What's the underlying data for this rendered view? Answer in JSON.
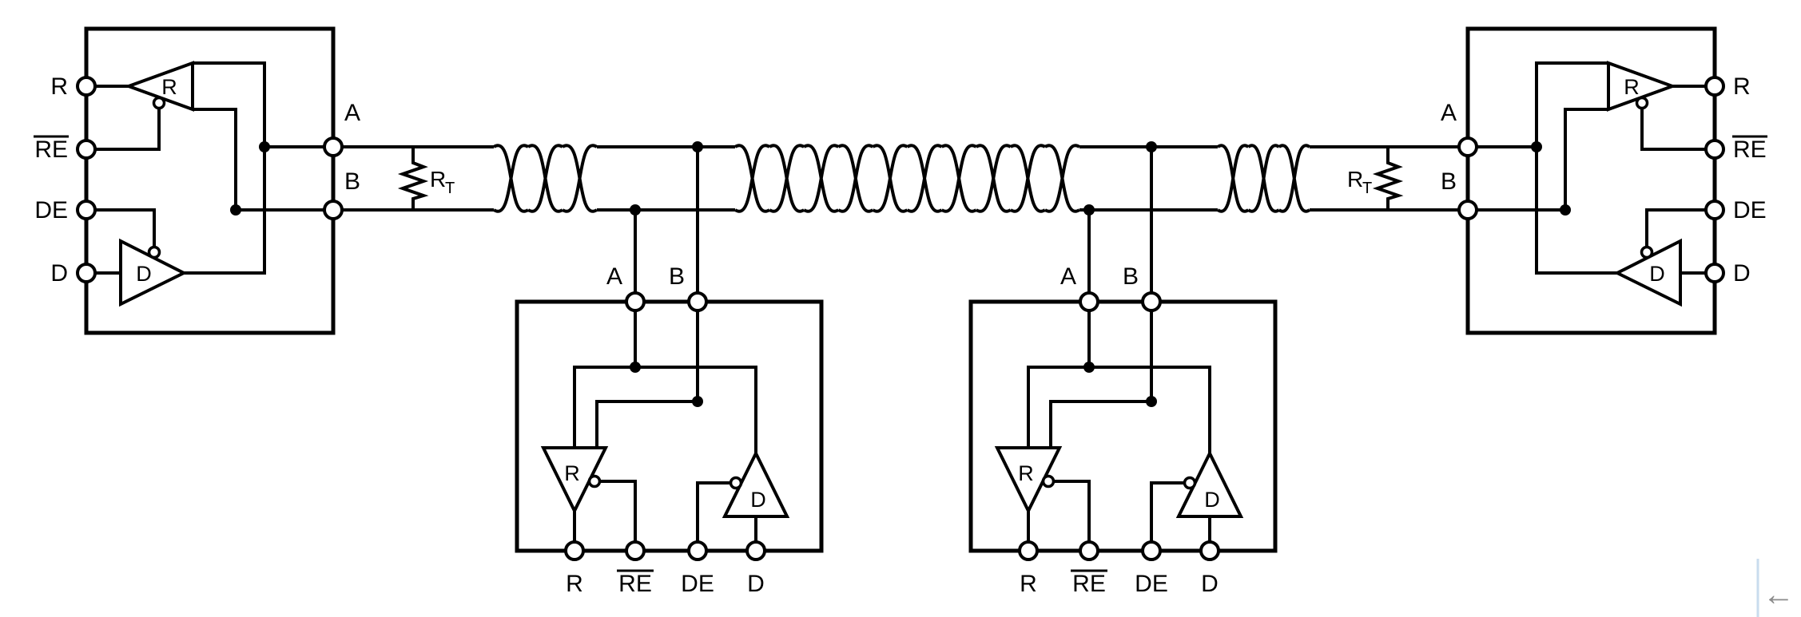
{
  "diagram": {
    "type": "circuit-schematic",
    "description": "RS-485 half-duplex twisted-pair bus network with four transceivers and termination resistors at both ends",
    "pin_labels": {
      "r": "R",
      "re": "RE",
      "de": "DE",
      "d": "D"
    },
    "line_labels": {
      "a": "A",
      "b": "B"
    },
    "gate_labels": {
      "receiver": "R",
      "driver": "D"
    },
    "termination": {
      "name": "R",
      "sub": "T"
    }
  },
  "ui": {
    "back_arrow": "←"
  }
}
